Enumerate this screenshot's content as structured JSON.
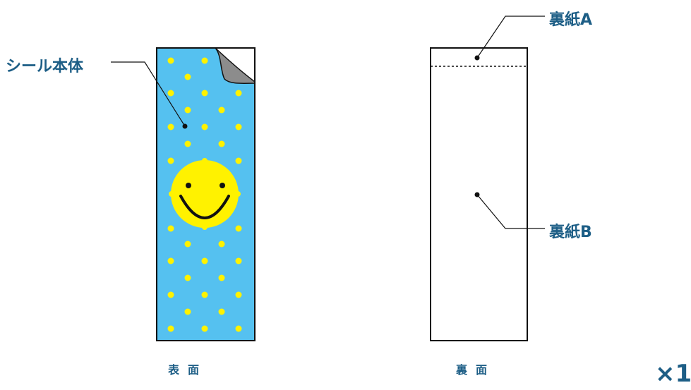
{
  "labels": {
    "sticker_body": "シール本体",
    "backing_a": "裏紙A",
    "backing_b": "裏紙B",
    "front_face": "表面",
    "back_face": "裏面",
    "quantity": "×1"
  },
  "colors": {
    "sticker_blue": "#55c1f0",
    "dot_yellow": "#fff200",
    "face_yellow": "#fff200",
    "label_text": "#1d5e86",
    "peel_gray": "#8c8c8c"
  }
}
